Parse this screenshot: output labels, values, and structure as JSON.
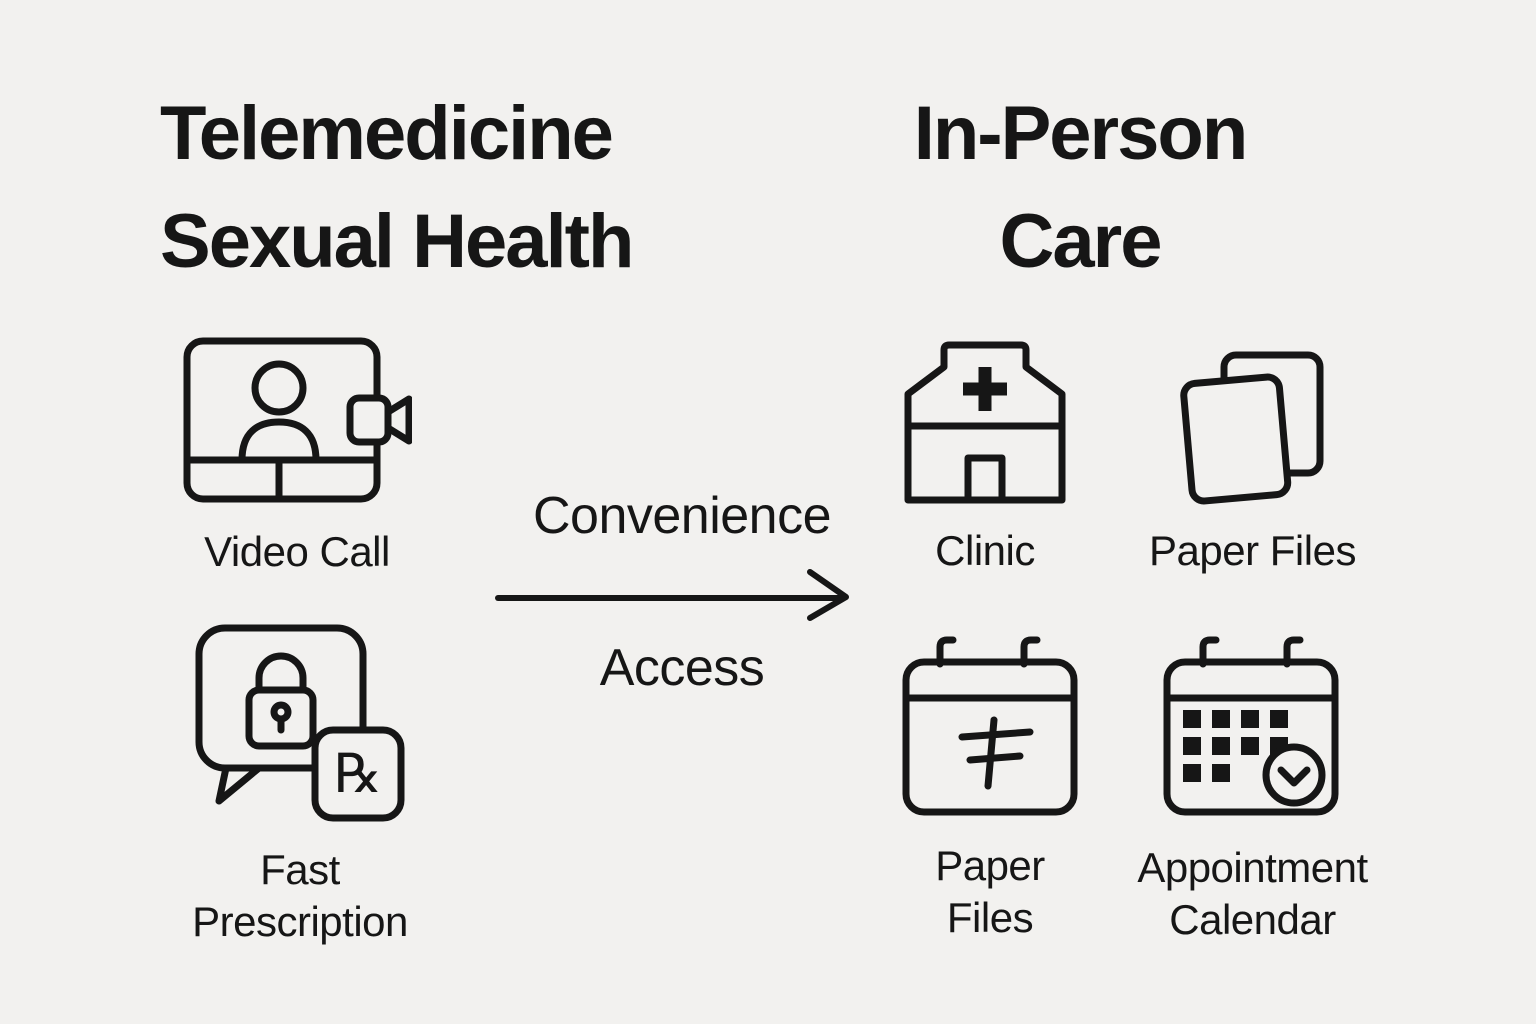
{
  "colors": {
    "background": "#f2f1ef",
    "ink": "#161616"
  },
  "left_column": {
    "title": {
      "line1": "Telemedicine",
      "line2": "Sexual Health"
    },
    "items": {
      "video_call": {
        "label": "Video Call",
        "icon": "video-call-icon"
      },
      "fast_prescription": {
        "label_line1": "Fast",
        "label_line2": "Prescription",
        "icon": "secure-prescription-chat-icon",
        "rx_symbol": "℞"
      }
    }
  },
  "connector": {
    "top_label": "Convenience",
    "bottom_label": "Access",
    "icon": "right-arrow-icon"
  },
  "right_column": {
    "title": {
      "line1": "In-Person",
      "line2": "Care"
    },
    "items": {
      "clinic": {
        "label": "Clinic",
        "icon": "clinic-building-icon"
      },
      "paper_files": {
        "label": "Paper Files",
        "icon": "stacked-papers-icon"
      },
      "paper_files_calendar": {
        "label_line1": "Paper",
        "label_line2": "Files",
        "icon": "calendar-document-icon"
      },
      "appointment_calendar": {
        "label_line1": "Appointment",
        "label_line2": "Calendar",
        "icon": "appointment-calendar-icon"
      }
    }
  }
}
